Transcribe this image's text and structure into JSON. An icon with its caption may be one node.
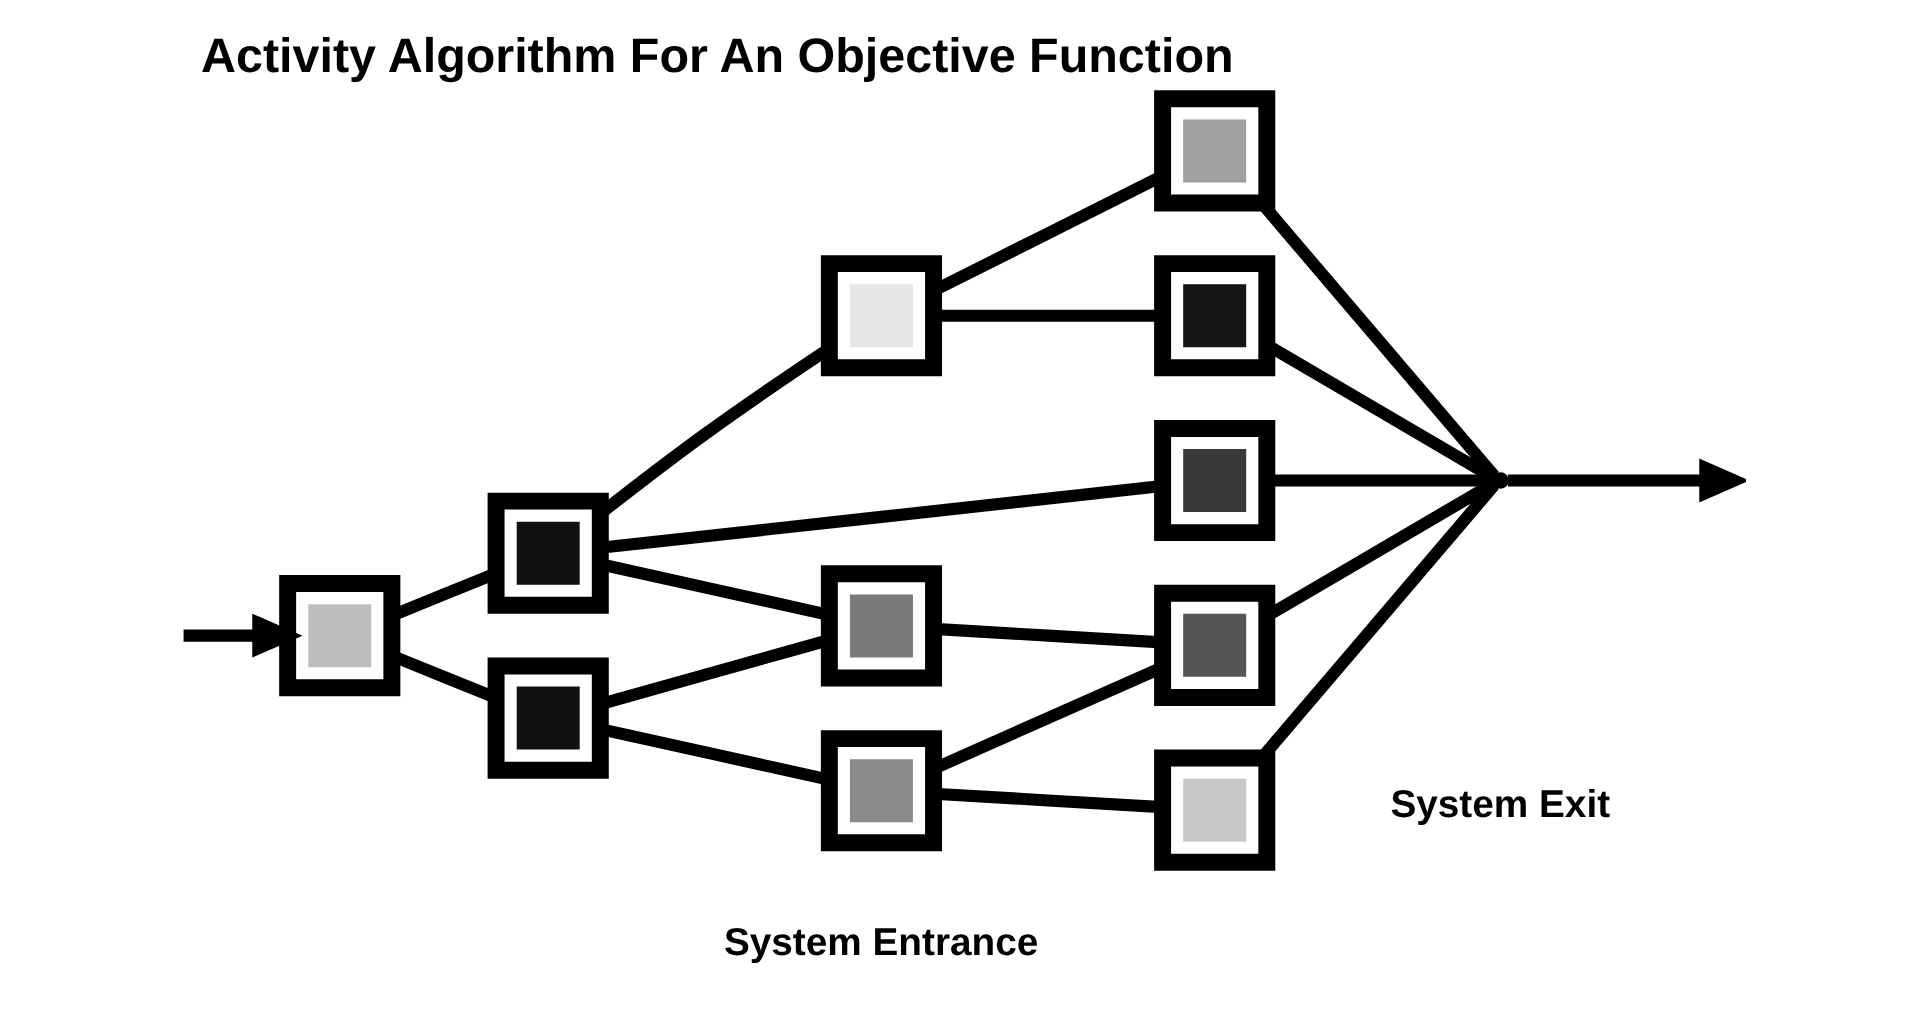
{
  "diagram": {
    "title": "Activity Algorithm For An Objective Function",
    "nodes": [
      {
        "text": [],
        "shape": "box"
      },
      {
        "text": [],
        "shape": "box"
      },
      {
        "text": [],
        "shape": "box"
      },
      {
        "text": [],
        "shape": "box"
      },
      {
        "text": [],
        "shape": "box"
      },
      {
        "text": [],
        "shape": "box"
      },
      {
        "text": [],
        "shape": "box"
      },
      {
        "text": [],
        "shape": "box"
      },
      {
        "text": [],
        "shape": "box"
      },
      {
        "text": [],
        "shape": "box"
      },
      {
        "text": [],
        "shape": "box"
      },
      {
        "text": [],
        "shape": "point"
      }
    ],
    "edges": [
      {
        "from": null,
        "to": 0,
        "arrow": "to"
      },
      {
        "from": 0,
        "to": 1,
        "arrow": "none"
      },
      {
        "from": 0,
        "to": 2,
        "arrow": "none"
      },
      {
        "from": 1,
        "to": 3,
        "arrow": "none"
      },
      {
        "from": 1,
        "to": 6,
        "arrow": "none"
      },
      {
        "from": 1,
        "to": 7,
        "arrow": "none"
      },
      {
        "from": 2,
        "to": 7,
        "arrow": "none"
      },
      {
        "from": 2,
        "to": 9,
        "arrow": "none"
      },
      {
        "from": 3,
        "to": 4,
        "arrow": "none"
      },
      {
        "from": 3,
        "to": 5,
        "arrow": "none"
      },
      {
        "from": 7,
        "to": 8,
        "arrow": "none"
      },
      {
        "from": 9,
        "to": 8,
        "arrow": "none"
      },
      {
        "from": 9,
        "to": 10,
        "arrow": "none"
      },
      {
        "from": 4,
        "to": 11,
        "arrow": "none"
      },
      {
        "from": 5,
        "to": 11,
        "arrow": "none"
      },
      {
        "from": 6,
        "to": 11,
        "arrow": "none"
      },
      {
        "from": 8,
        "to": 11,
        "arrow": "none"
      },
      {
        "from": 10,
        "to": 11,
        "arrow": "none"
      },
      {
        "from": 11,
        "to": null,
        "arrow": "to"
      }
    ],
    "labels": [
      "System Entrance",
      "System Exit"
    ]
  }
}
